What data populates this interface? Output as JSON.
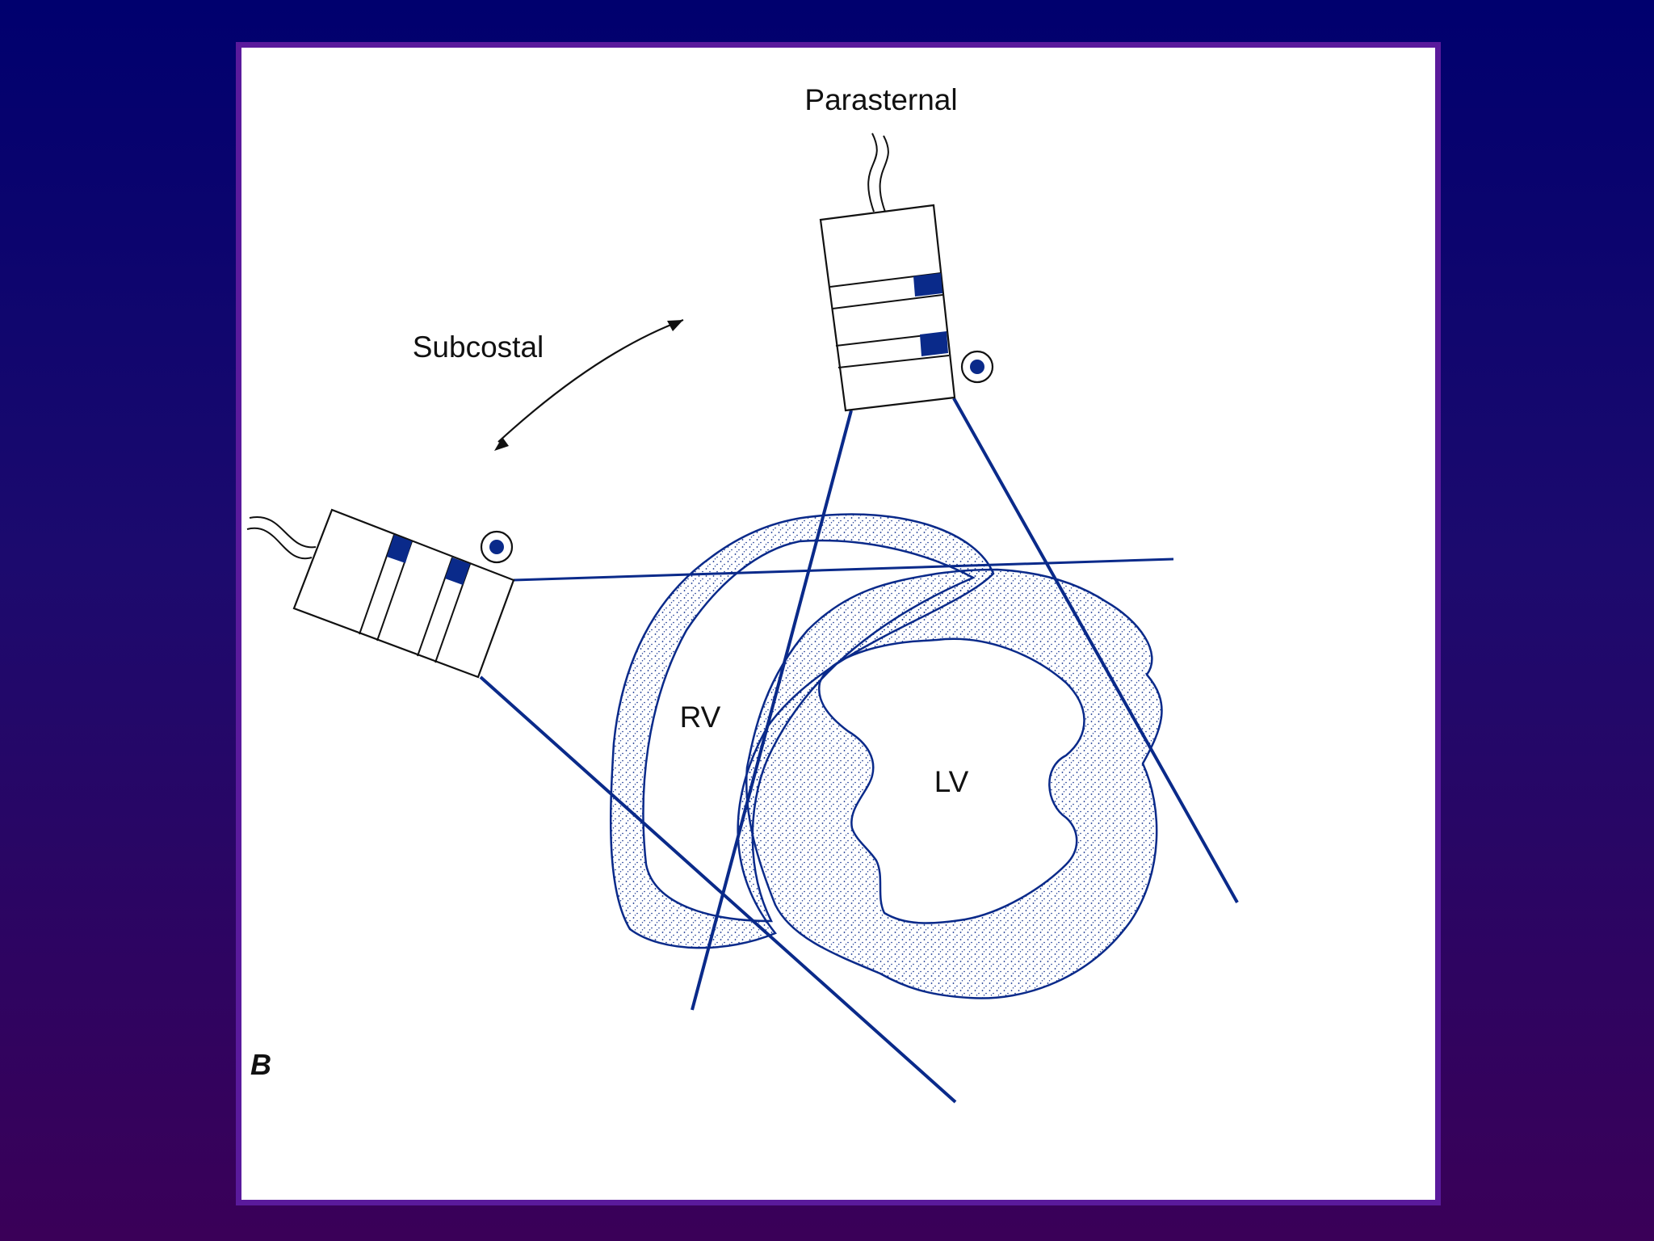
{
  "labels": {
    "parasternal": "Parasternal",
    "subcostal": "Subcostal",
    "rv": "RV",
    "lv": "LV",
    "panel": "B"
  },
  "colors": {
    "background_top": "#00006e",
    "background_bottom": "#3a0058",
    "frame_border": "#5a1a9c",
    "ink": "#0a2a8a",
    "stipple": "#0a2a8a",
    "marker": "#0a2a8a"
  },
  "icons": {
    "parasternal_transducer": "ultrasound-probe-icon",
    "subcostal_transducer": "ultrasound-probe-icon",
    "orientation_marker": "index-dot-icon",
    "rotation_arrow": "double-headed-arrow-icon"
  }
}
